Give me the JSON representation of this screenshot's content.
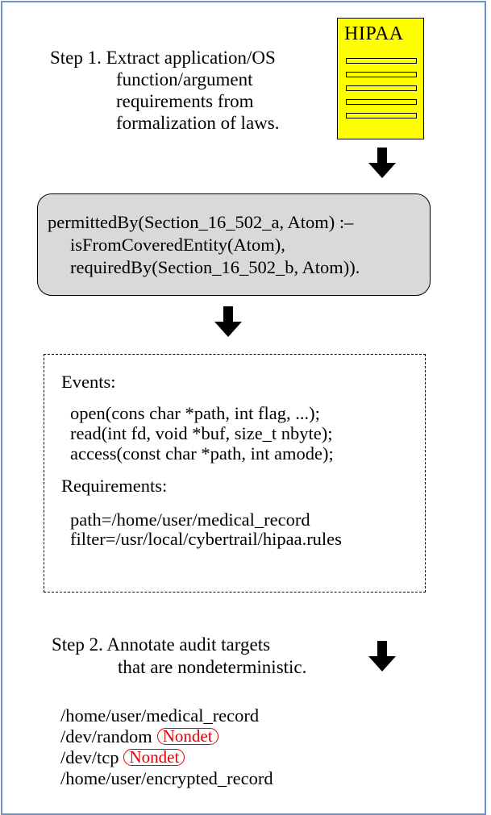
{
  "step1": {
    "lines": [
      "Step 1. Extract application/OS",
      "function/argument",
      "requirements from",
      "formalization of laws."
    ]
  },
  "document": {
    "title": "HIPAA",
    "fill_color": "#ffff00"
  },
  "rule": {
    "lines": [
      "permittedBy(Section_16_502_a, Atom) :–",
      "isFromCoveredEntity(Atom),",
      "requiredBy(Section_16_502_b, Atom))."
    ],
    "fill_color": "#d9d9d9"
  },
  "events": {
    "heading": "Events:",
    "items": [
      "open(cons char *path, int flag, ...);",
      "read(int fd, void *buf, size_t nbyte);",
      "access(const char *path, int amode);"
    ]
  },
  "requirements": {
    "heading": "Requirements:",
    "items": [
      "path=/home/user/medical_record",
      "filter=/usr/local/cybertrail/hipaa.rules"
    ]
  },
  "step2": {
    "lines": [
      "Step 2. Annotate audit targets",
      "that are nondeterministic."
    ]
  },
  "targets": [
    {
      "path": "/home/user/medical_record",
      "tag": ""
    },
    {
      "path": "/dev/random",
      "tag": "Nondet"
    },
    {
      "path": "/dev/tcp",
      "tag": "Nondet"
    },
    {
      "path": "/home/user/encrypted_record",
      "tag": ""
    }
  ],
  "colors": {
    "frame_border": "#6f94c9",
    "nondet_tag": "#e00000"
  }
}
